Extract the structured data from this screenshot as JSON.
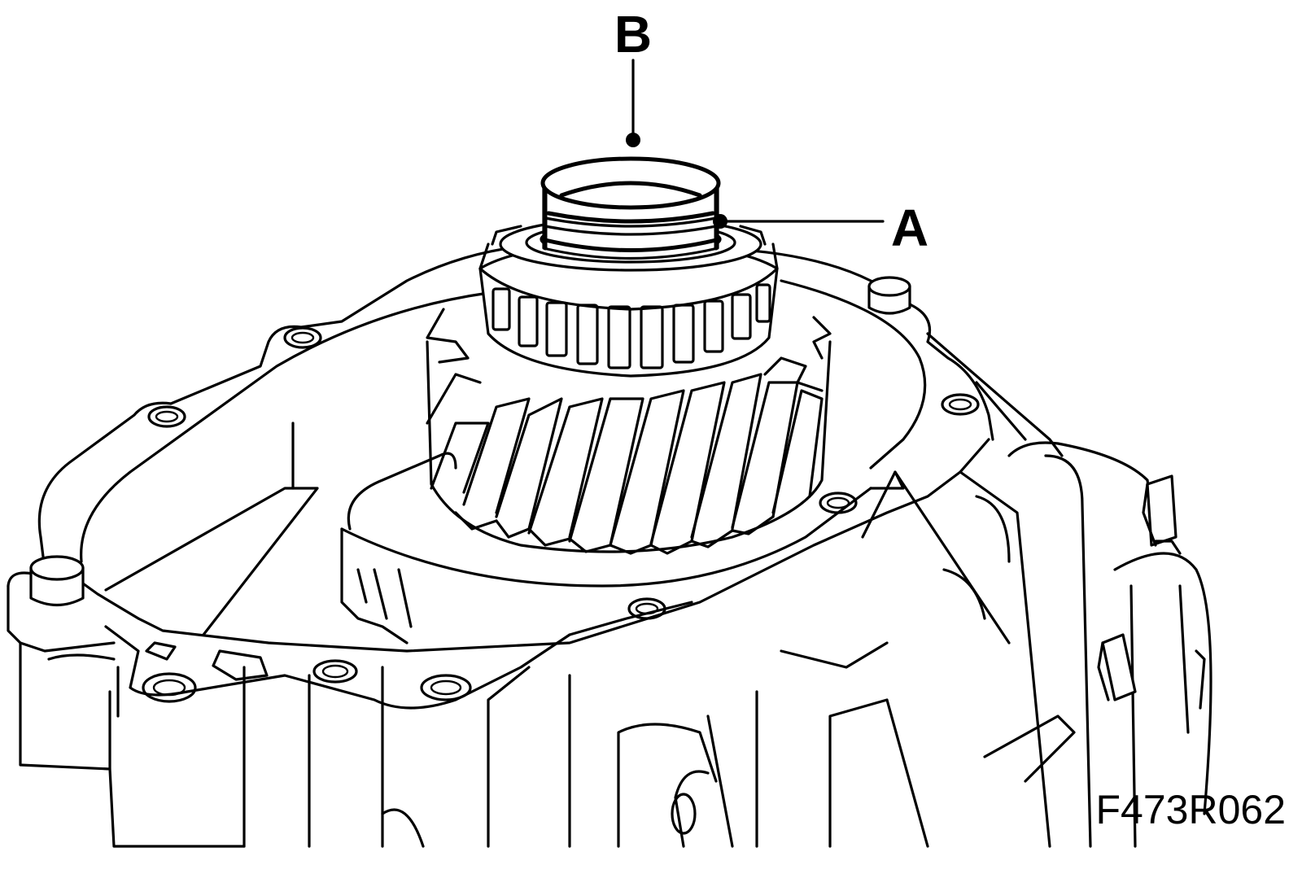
{
  "labels": {
    "callout_a": "A",
    "callout_b": "B"
  },
  "figure_code": "F473R062",
  "colors": {
    "line": "#000000",
    "background": "#ffffff"
  }
}
